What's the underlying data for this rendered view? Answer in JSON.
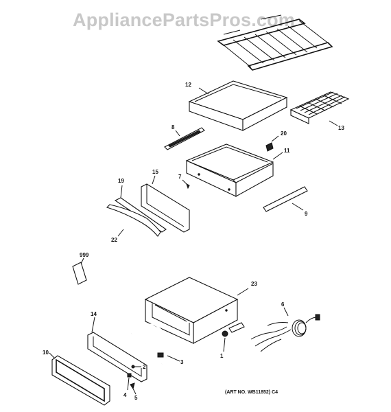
{
  "watermark": "AppliancePartsPros.com",
  "art_number": "(ART NO. WB11852) C4",
  "callouts": {
    "c1": "1",
    "c2": "2",
    "c3": "3",
    "c4": "4",
    "c5": "5",
    "c6": "6",
    "c7": "7",
    "c8": "8",
    "c9": "9",
    "c10": "10",
    "c11": "11",
    "c12": "12",
    "c13": "13",
    "c14": "14",
    "c15": "15",
    "c19": "19",
    "c20": "20",
    "c22": "22",
    "c23": "23",
    "c999": "999"
  }
}
